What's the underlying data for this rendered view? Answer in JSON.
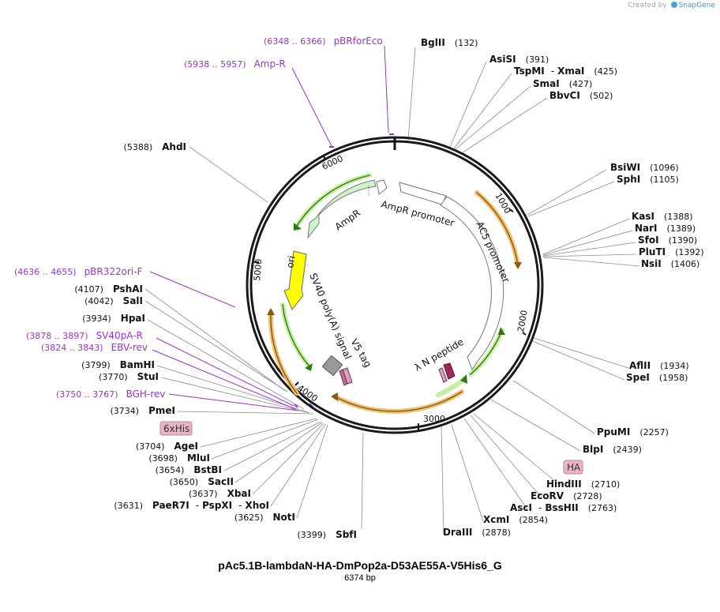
{
  "credit": {
    "prefix": "Created by",
    "brand": "SnapGene"
  },
  "plasmid": {
    "name": "pAc5.1B-lambdaN-HA-DmPop2a-D53AE55A-V5His6_G",
    "length_label": "6374 bp",
    "length": 6374
  },
  "ticks": [
    "1000",
    "2000",
    "3000",
    "4000",
    "5000",
    "6000"
  ],
  "colors": {
    "backbone": "#1a1a1a",
    "primer": "#9933cc",
    "highlight_box": "#e8b4c6",
    "ampr_fill": "#ccf5cc",
    "ori_fill": "#ffff00",
    "orange": "#f0a030",
    "green": "#3a9a1a"
  },
  "features": [
    {
      "label": "AmpR promoter",
      "kind": "promoter"
    },
    {
      "label": "AmpR",
      "kind": "cds"
    },
    {
      "label": "ori",
      "kind": "rep_origin"
    },
    {
      "label": "AC5 promoter",
      "kind": "promoter"
    },
    {
      "label": "SV40 poly(A) signal",
      "kind": "terminator"
    },
    {
      "label": "V5 tag",
      "kind": "tag"
    },
    {
      "label": "λ N peptide",
      "kind": "tag"
    }
  ],
  "sites_right": [
    {
      "name": "BglII",
      "pos": "(132)"
    },
    {
      "name": "AsiSI",
      "pos": "(391)"
    },
    {
      "name": "TspMI",
      "name2": "XmaI",
      "pos": "(425)"
    },
    {
      "name": "SmaI",
      "pos": "(427)"
    },
    {
      "name": "BbvCI",
      "pos": "(502)"
    },
    {
      "name": "BsiWI",
      "pos": "(1096)"
    },
    {
      "name": "SphI",
      "pos": "(1105)"
    },
    {
      "name": "KasI",
      "pos": "(1388)"
    },
    {
      "name": "NarI",
      "pos": "(1389)"
    },
    {
      "name": "SfoI",
      "pos": "(1390)"
    },
    {
      "name": "PluTI",
      "pos": "(1392)"
    },
    {
      "name": "NsiI",
      "pos": "(1406)"
    },
    {
      "name": "AflII",
      "pos": "(1934)"
    },
    {
      "name": "SpeI",
      "pos": "(1958)"
    },
    {
      "name": "PpuMI",
      "pos": "(2257)"
    },
    {
      "name": "BlpI",
      "pos": "(2439)"
    },
    {
      "name": "HindIII",
      "pos": "(2710)"
    },
    {
      "name": "EcoRV",
      "pos": "(2728)"
    },
    {
      "name": "AscI",
      "name2": "BssHII",
      "pos": "(2763)"
    },
    {
      "name": "XcmI",
      "pos": "(2854)"
    },
    {
      "name": "DraIII",
      "pos": "(2878)"
    }
  ],
  "sites_left": [
    {
      "name": "AhdI",
      "pos": "(5388)"
    },
    {
      "name": "PshAI",
      "pos": "(4107)"
    },
    {
      "name": "SalI",
      "pos": "(4042)"
    },
    {
      "name": "HpaI",
      "pos": "(3934)"
    },
    {
      "name": "BamHI",
      "pos": "(3799)"
    },
    {
      "name": "StuI",
      "pos": "(3770)"
    },
    {
      "name": "PmeI",
      "pos": "(3734)"
    },
    {
      "name": "AgeI",
      "pos": "(3704)"
    },
    {
      "name": "MluI",
      "pos": "(3698)"
    },
    {
      "name": "BstBI",
      "pos": "(3654)"
    },
    {
      "name": "SacII",
      "pos": "(3650)"
    },
    {
      "name": "XbaI",
      "pos": "(3637)"
    },
    {
      "name": "PaeR7I",
      "name2": "PspXI",
      "name3": "XhoI",
      "pos": "(3631)"
    },
    {
      "name": "NotI",
      "pos": "(3625)"
    },
    {
      "name": "SbfI",
      "pos": "(3399)"
    }
  ],
  "primers": [
    {
      "range": "(6348 .. 6366)",
      "name": "pBRforEco"
    },
    {
      "range": "(5938 .. 5957)",
      "name": "Amp-R"
    },
    {
      "range": "(4636 .. 4655)",
      "name": "pBR322ori-F"
    },
    {
      "range": "(3878 .. 3897)",
      "name": "SV40pA-R"
    },
    {
      "range": "(3824 .. 3843)",
      "name": "EBV-rev"
    },
    {
      "range": "(3750 .. 3767)",
      "name": "BGH-rev"
    }
  ],
  "boxed_labels": [
    {
      "label": "6xHis"
    },
    {
      "label": "HA"
    }
  ]
}
